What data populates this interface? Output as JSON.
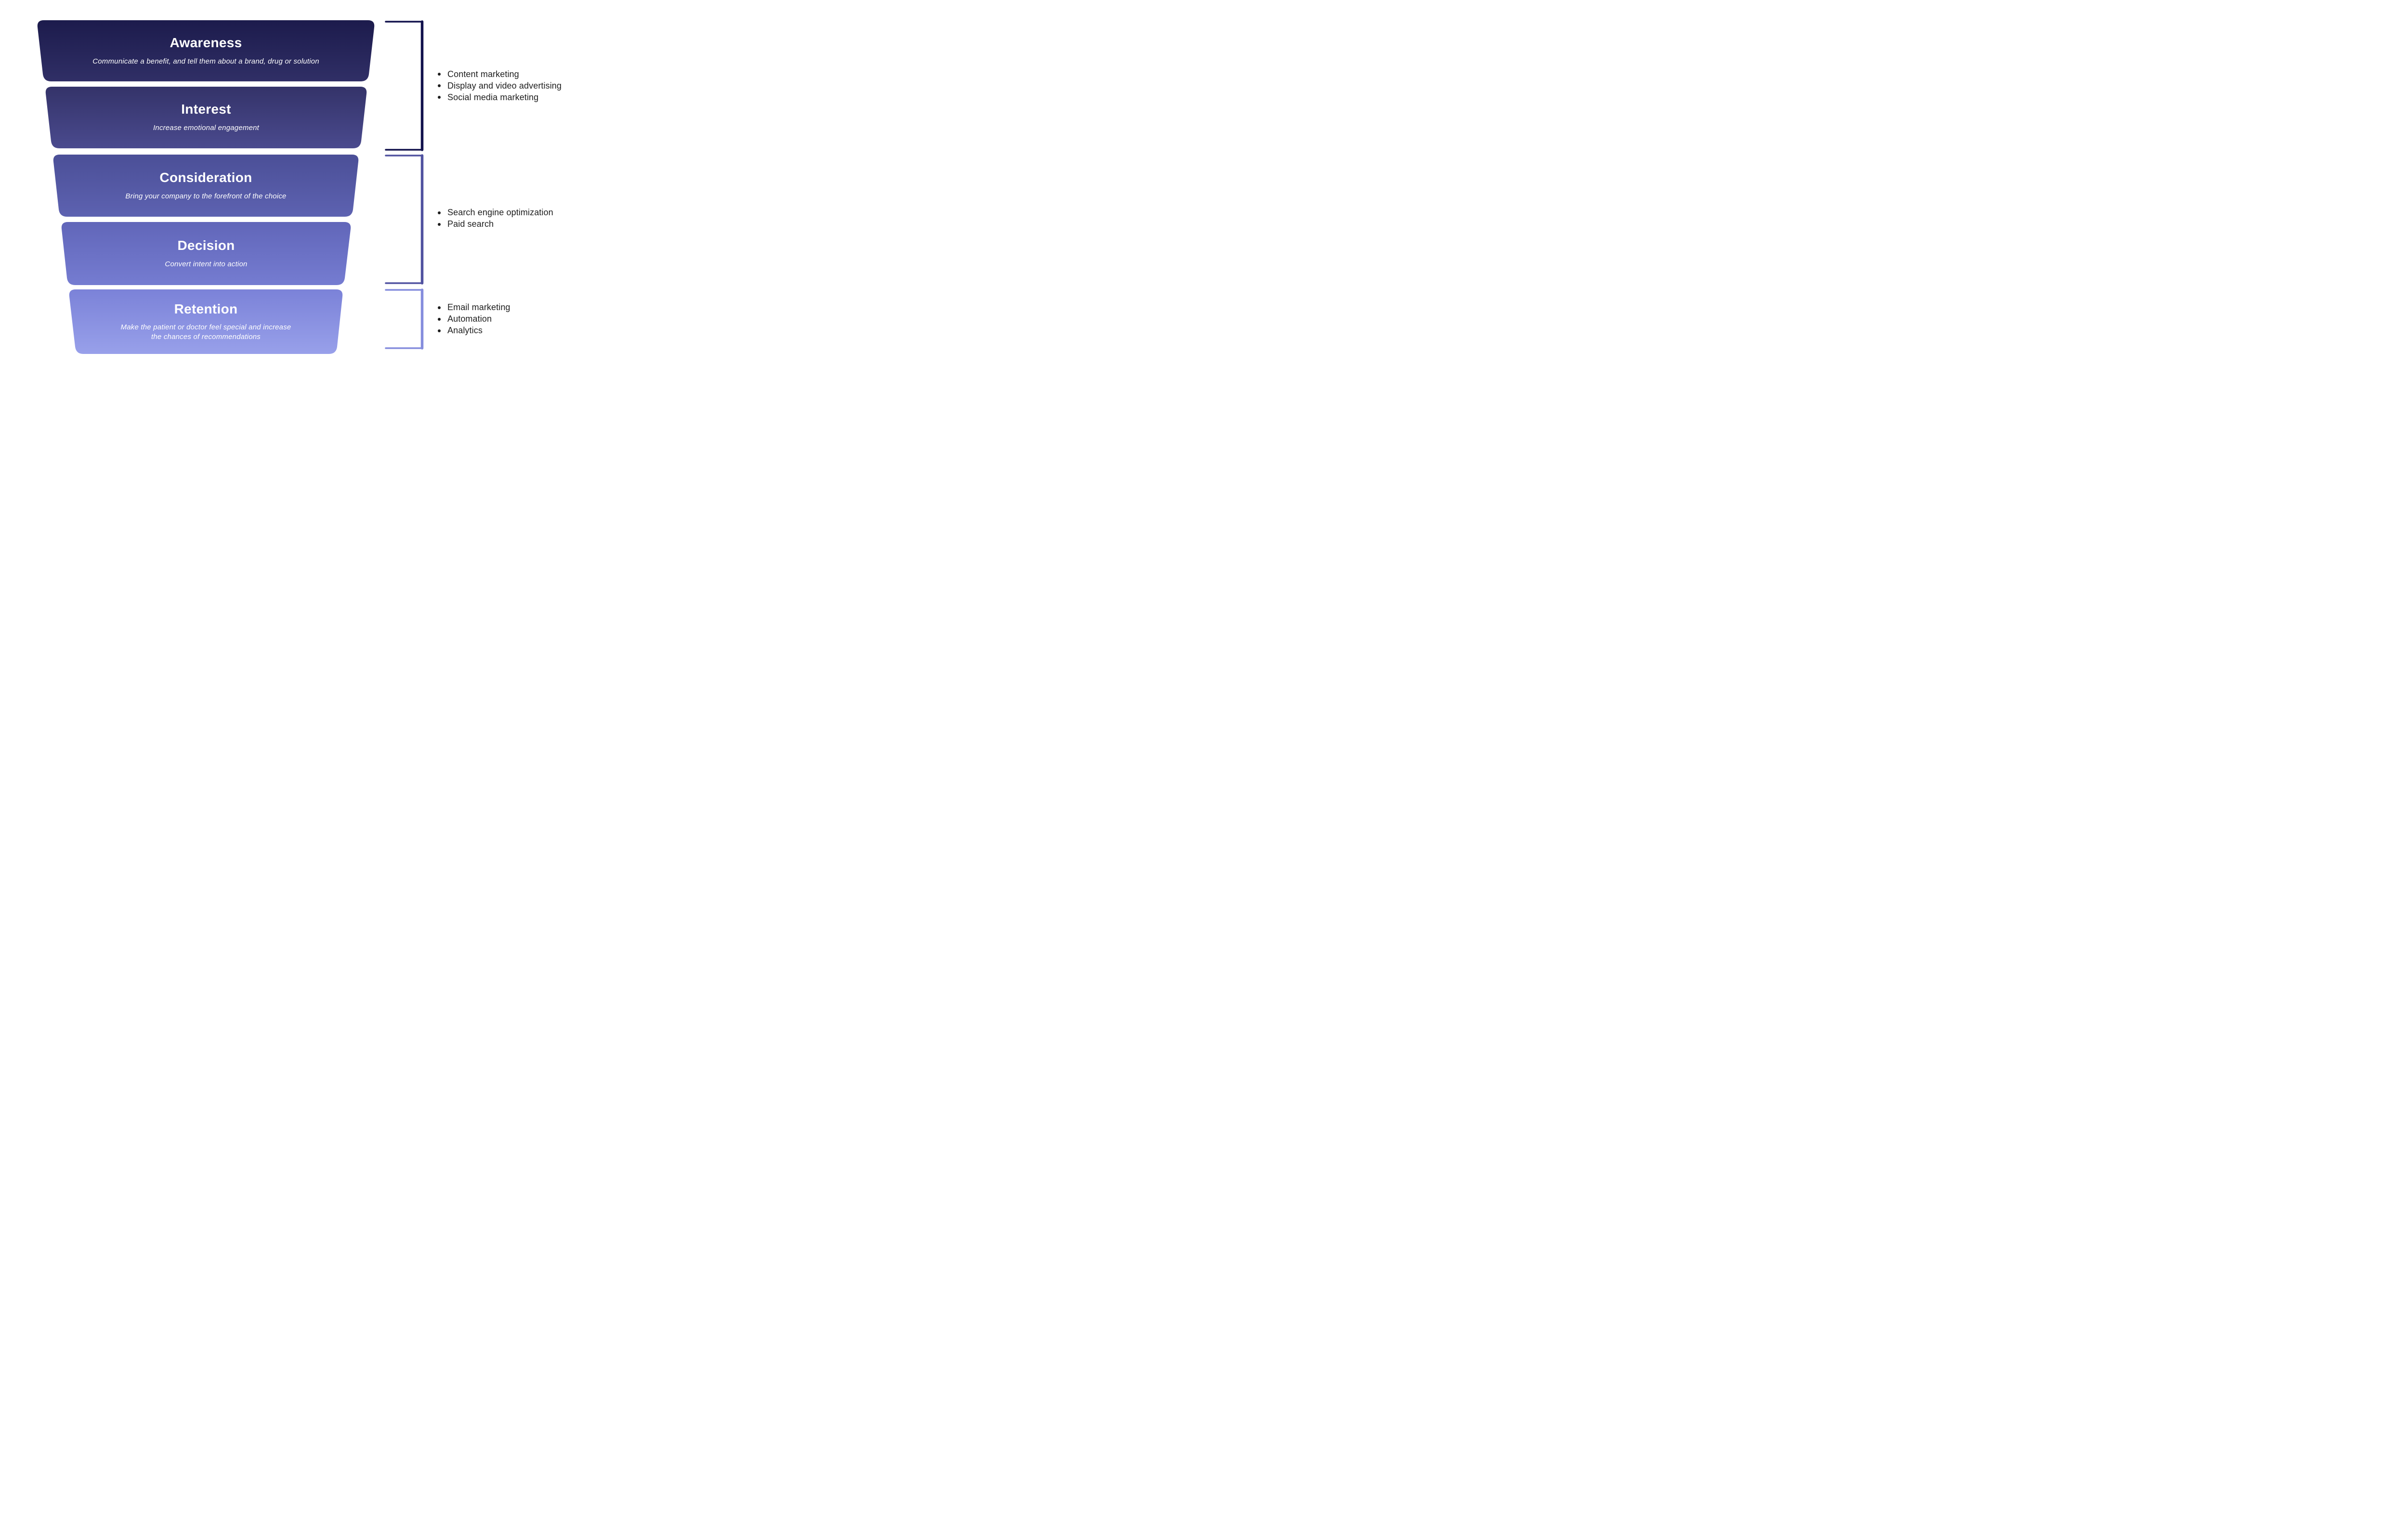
{
  "funnel": {
    "stages": [
      {
        "title": "Awareness",
        "subtitle": "Communicate a benefit, and tell them about a brand, drug or solution",
        "color_top": "#1c1b4c",
        "color_bottom": "#302f66"
      },
      {
        "title": "Interest",
        "subtitle": "Increase emotional engagement",
        "color_top": "#343369",
        "color_bottom": "#4a4a8e"
      },
      {
        "title": "Consideration",
        "subtitle": "Bring your company to the forefront of the choice",
        "color_top": "#4b4f97",
        "color_bottom": "#5d62b1"
      },
      {
        "title": "Decision",
        "subtitle": "Convert intent into action",
        "color_top": "#6166b9",
        "color_bottom": "#757cd1"
      },
      {
        "title": "Retention",
        "subtitle": "Make the patient or doctor feel special and increase the chances of recommendations",
        "color_top": "#7b82d8",
        "color_bottom": "#98a0ea"
      }
    ]
  },
  "groups": [
    {
      "bracket_color": "#12124d",
      "items": [
        "Content marketing",
        "Display and video advertising",
        "Social media marketing"
      ]
    },
    {
      "bracket_color": "#5052a0",
      "items": [
        "Search engine optimization",
        "Paid search"
      ]
    },
    {
      "bracket_color": "#858ddd",
      "items": [
        "Email marketing",
        "Automation",
        "Analytics"
      ]
    }
  ],
  "palette": {
    "funnel_text": "#ffffff",
    "bullet_text": "#1d1d1d",
    "background": "#ffffff"
  }
}
